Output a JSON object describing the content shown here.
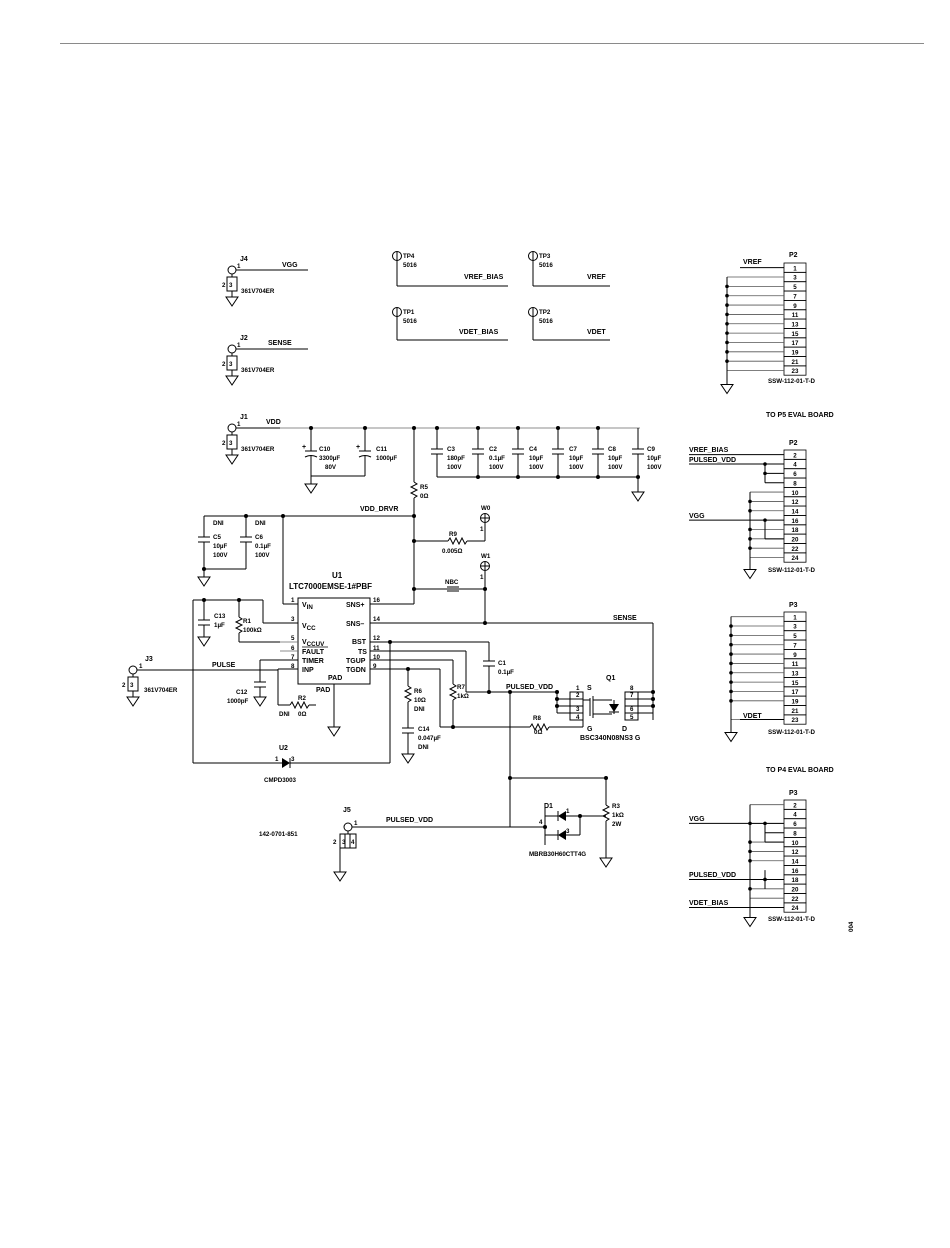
{
  "labels": {
    "j4": "J4",
    "j2": "J2",
    "j1": "J1",
    "j3": "J3",
    "j5": "J5",
    "sma_part": "361V704ER",
    "j5_part": "142-0701-851",
    "vgg": "VGG",
    "sense": "SENSE",
    "vdd": "VDD",
    "pulse": "PULSE",
    "vdd_drvr": "VDD_DRVR",
    "nbc": "NBC",
    "pulsed_vdd": "PULSED_VDD",
    "vref_bias": "VREF_BIAS",
    "vref": "VREF",
    "vdet_bias": "VDET_BIAS",
    "vdet": "VDET",
    "tp4": "TP4",
    "tp3": "TP3",
    "tp1": "TP1",
    "tp2": "TP2",
    "tp_part": "5016",
    "w0": "W0",
    "w1": "W1",
    "one": "1",
    "two": "2",
    "three": "3",
    "four": "4",
    "u1": "U1",
    "u1_part": "LTC7000EMSE-1#PBF",
    "u2": "U2",
    "u2_part": "CMPD3003",
    "q1": "Q1",
    "q1_part": "BSC340N08NS3 G",
    "d1": "D1",
    "d1_part": "MBRB30H60CTT4G",
    "dni": "DNI",
    "c10": "C10",
    "c10_v": "3300µF",
    "c10_r": "80V",
    "c11": "C11",
    "c11_v": "1000µF",
    "c3": "C3",
    "c3_v": "180pF",
    "c2": "C2",
    "c2_v": "0.1µF",
    "c4": "C4",
    "c7": "C7",
    "c8": "C8",
    "c9": "C9",
    "c10u": "10µF",
    "v100": "100V",
    "c5": "C5",
    "c6": "C6",
    "c6_v": "0.1µF",
    "c13": "C13",
    "c13_v": "1µF",
    "c12": "C12",
    "c12_v": "1000pF",
    "c1": "C1",
    "c1_v": "0.1µF",
    "c14": "C14",
    "c14_v": "0.047µF",
    "r5": "R5",
    "r5_v": "0Ω",
    "r9": "R9",
    "r9_v": "0.005Ω",
    "r1": "R1",
    "r1_v": "100kΩ",
    "r2": "R2",
    "r2_v": "0Ω",
    "r6": "R6",
    "r6_v": "10Ω",
    "r7": "R7",
    "r7_v": "1kΩ",
    "r8": "R8",
    "r8_v": "0Ω",
    "r3": "R3",
    "r3_v": "1kΩ",
    "r3_p": "2W",
    "p2": "P2",
    "p3": "P3",
    "hdr_part": "SSW-112-01-T-D",
    "to_p5": "TO P5 EVAL BOARD",
    "to_p4": "TO P4 EVAL BOARD",
    "fig": "004",
    "pin_vin": "V",
    "pin_vin_s": "IN",
    "pin_vcc": "V",
    "pin_vcc_s": "CC",
    "pin_vccuv": "V",
    "pin_vccuv_s": "CCUV",
    "pin_fault": "FAULT",
    "pin_timer": "TIMER",
    "pin_inp": "INP",
    "pin_pad": "PAD",
    "pin_snsp": "SNS+",
    "pin_snsm": "SNS–",
    "pin_bst": "BST",
    "pin_ts": "TS",
    "pin_tgup": "TGUP",
    "pin_tgdn": "TGDN",
    "n1": "1",
    "n3": "3",
    "n5": "5",
    "n6": "6",
    "n7": "7",
    "n8": "8",
    "n9": "9",
    "n10": "10",
    "n11": "11",
    "n12": "12",
    "n14": "14",
    "n16": "16",
    "q_s": "S",
    "q_g": "G",
    "q_d": "D"
  },
  "p2_top_pins": [
    "1",
    "3",
    "5",
    "7",
    "9",
    "11",
    "13",
    "15",
    "17",
    "19",
    "21",
    "23"
  ],
  "p2_bot_pins": [
    "2",
    "4",
    "6",
    "8",
    "10",
    "12",
    "14",
    "16",
    "18",
    "20",
    "22",
    "24"
  ],
  "p3_top_pins": [
    "1",
    "3",
    "5",
    "7",
    "9",
    "11",
    "13",
    "15",
    "17",
    "19",
    "21",
    "23"
  ],
  "p3_bot_pins": [
    "2",
    "4",
    "6",
    "8",
    "10",
    "12",
    "14",
    "16",
    "18",
    "20",
    "22",
    "24"
  ],
  "q1_left_pins": [
    "1",
    "2",
    "3",
    "4"
  ],
  "q1_right_pins": [
    "8",
    "7",
    "6",
    "5"
  ]
}
